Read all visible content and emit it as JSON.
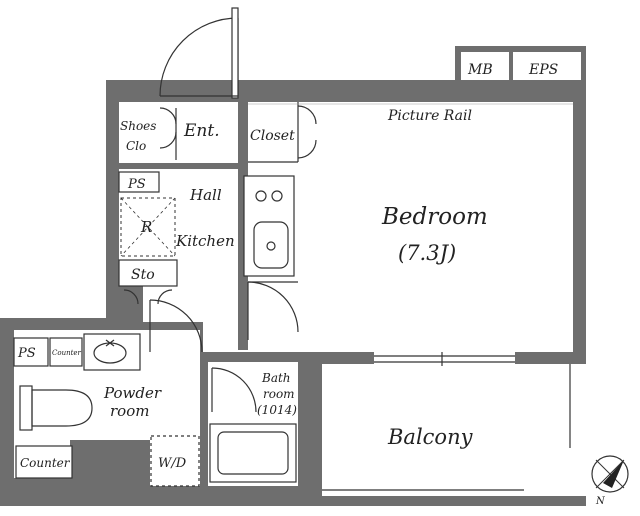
{
  "labels": {
    "mb": "MB",
    "eps": "EPS",
    "picture_rail": "Picture Rail",
    "shoes": "Shoes",
    "clo": "Clo",
    "ent": "Ent.",
    "closet": "Closet",
    "ps_upper": "PS",
    "hall": "Hall",
    "r_mark": "R",
    "kitchen": "Kitchen",
    "bedroom": "Bedroom",
    "bedroom_size": "(7.3J)",
    "sto": "Sto",
    "ps_lower": "PS",
    "counter_small": "Counter",
    "powder": "Powder",
    "room": "room",
    "bath": "Bath",
    "bath_room": "room",
    "bath_size": "(1014)",
    "counter": "Counter",
    "wd": "W/D",
    "balcony": "Balcony",
    "north": "N"
  }
}
